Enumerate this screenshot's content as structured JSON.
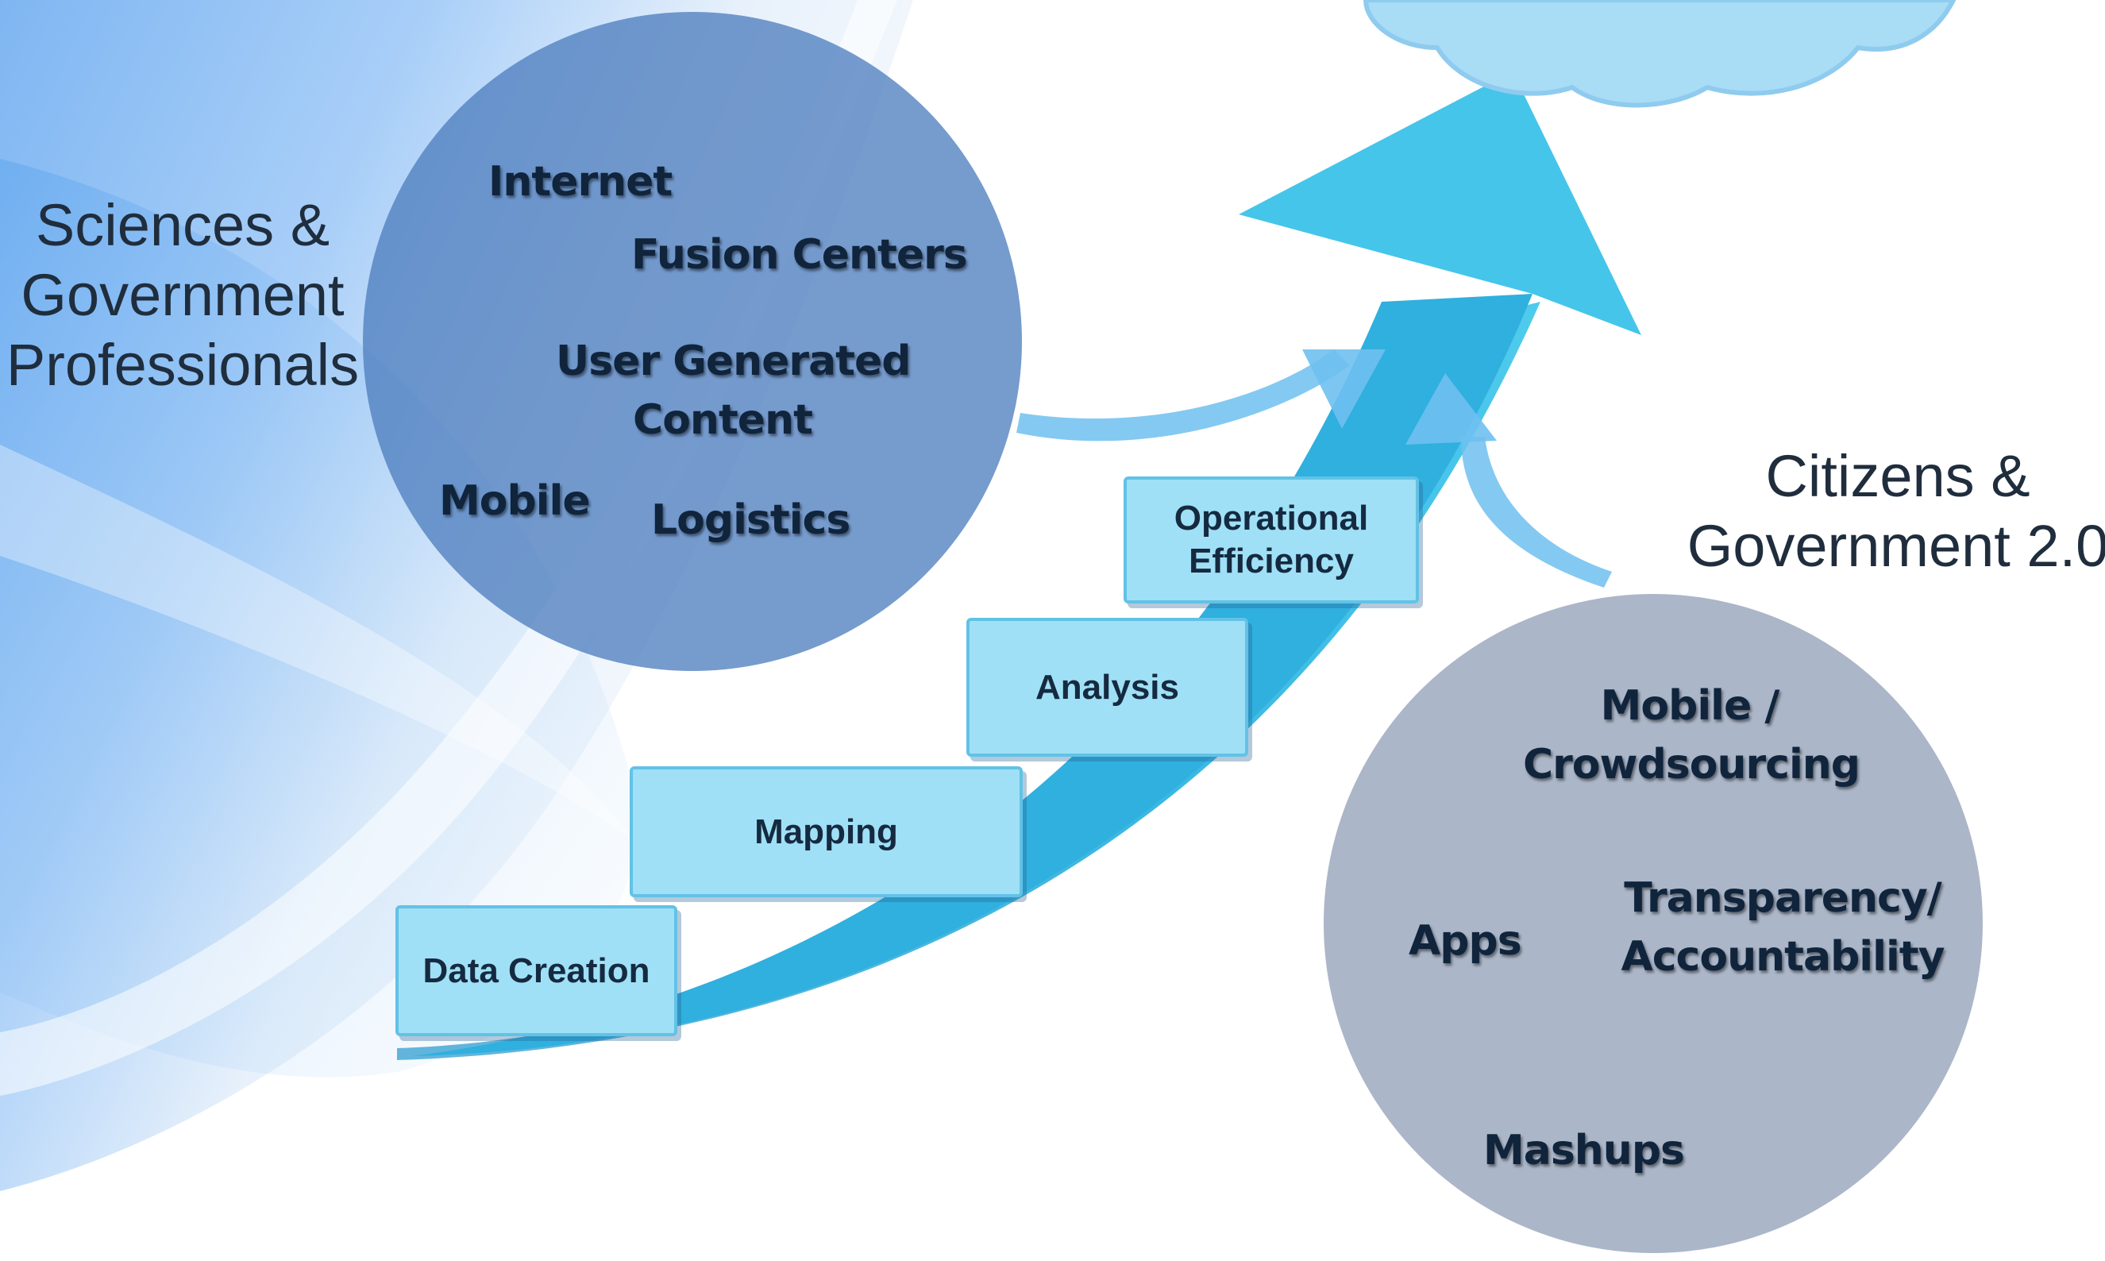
{
  "left_group": {
    "label_lines": [
      "Sciences &",
      "Government",
      "Professionals"
    ],
    "terms": [
      "Internet",
      "Fusion Centers",
      "User Generated",
      "Content",
      "Mobile",
      "Logistics"
    ]
  },
  "right_group": {
    "label_lines": [
      "Citizens &",
      "Government 2.0"
    ],
    "terms": [
      "Mobile /",
      "Crowdsourcing",
      "Apps",
      "Transparency/",
      "Accountability",
      "Mashups"
    ]
  },
  "steps": {
    "data_creation": "Data Creation",
    "mapping": "Mapping",
    "analysis": "Analysis",
    "operational_line1": "Operational",
    "operational_line2": "Efficiency"
  },
  "colors": {
    "arrow": "#33bce6",
    "left_circle": "#5a86c0",
    "right_circle": "#a8b4c6",
    "step_fill": "#9fe0f6",
    "cloud": "#a9dcf5"
  }
}
